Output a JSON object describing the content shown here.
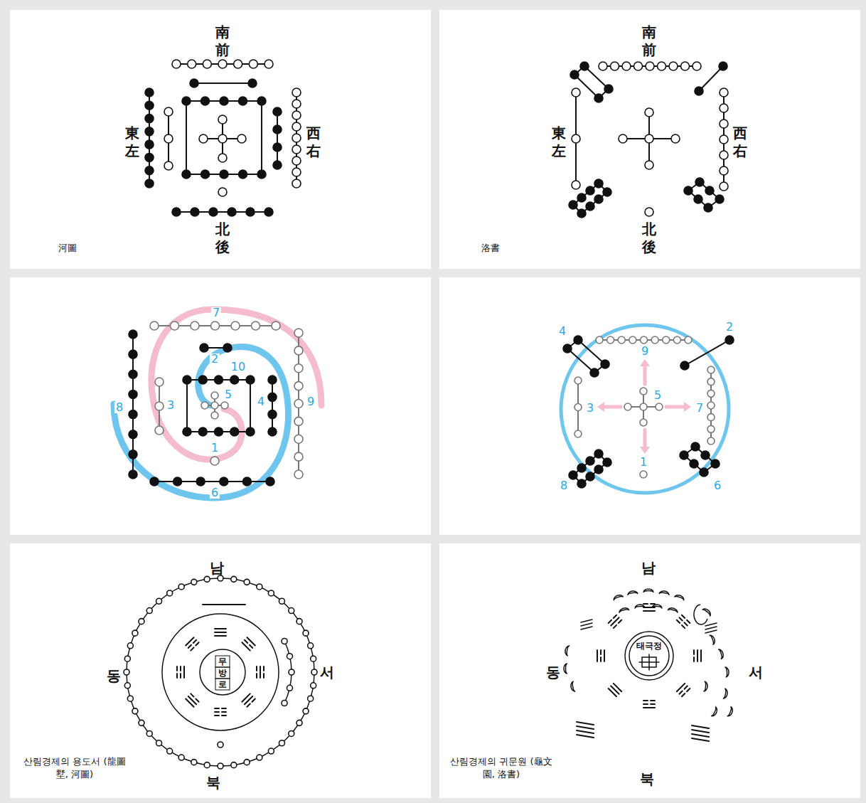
{
  "diagram": {
    "labels": [
      "南",
      "前",
      "東",
      "左",
      "西",
      "右",
      "北",
      "後",
      "河圖",
      "南",
      "前",
      "東",
      "左",
      "西",
      "右",
      "北",
      "後",
      "洛書",
      "7",
      "2",
      "10",
      "5",
      "3",
      "4",
      "9",
      "8",
      "1",
      "6",
      "4",
      "2",
      "9",
      "5",
      "3",
      "7",
      "1",
      "8",
      "6",
      "남",
      "동",
      "서",
      "무",
      "방",
      "로",
      "북",
      "산림경제의 용도서 (龍圖墅, 河圖)",
      "남",
      "동",
      "서",
      "태극정",
      "북",
      "산림경제의 귀문원 (龜文園, 洛書)"
    ]
  }
}
